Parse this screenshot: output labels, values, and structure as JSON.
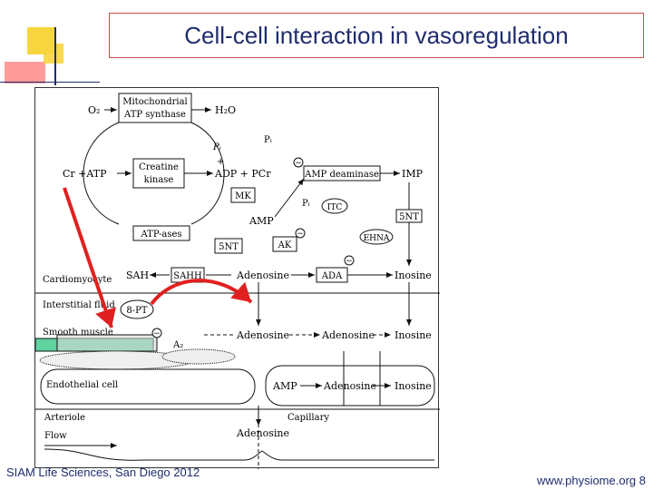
{
  "slide": {
    "title": "Cell-cell interaction in vasoregulation",
    "footer_left": "SIAM Life Sciences, San Diego 2012",
    "footer_right": "www.physiome.org 8"
  },
  "diagram": {
    "o2": "O₂",
    "h2o": "H₂O",
    "mito_line1": "Mitochondrial",
    "mito_line2": "ATP synthase",
    "pi_a": "Pᵢ",
    "pi_b": "Pᵢ",
    "plus": "+",
    "cr_atp": "Cr +ATP",
    "ck_line1": "Creatine",
    "ck_line2": "kinase",
    "adp_pcr": "ADP + PCr",
    "amp_deaminase": "AMP deaminase",
    "imp": "IMP",
    "mk": "MK",
    "amp1": "AMP",
    "pi_c": "Pᵢ",
    "itc": "ITC",
    "five_nt_right": "5NT",
    "atp_ases": "ATP-ases",
    "five_nt_left": "5NT",
    "ak": "AK",
    "ehna": "EHNA",
    "cardiomyocyte": "Cardiomyocyte",
    "sah": "SAH",
    "sahh": "SAHH",
    "adenosine1": "Adenosine",
    "ada": "ADA",
    "inosine1": "Inosine",
    "interstitial": "Interstitial fluid",
    "8pt": "8-PT",
    "smooth_muscle": "Smooth muscle",
    "a2": "A₂",
    "adenosine2": "Adenosine",
    "adenosine3": "Adenosine",
    "inosine2": "Inosine",
    "endothelial": "Endothelial cell",
    "amp2": "AMP",
    "adenosine4": "Adenosine",
    "inosine3": "Inosine",
    "arteriole": "Arteriole",
    "capillary": "Capillary",
    "flow": "Flow",
    "adenosine5": "Adenosine",
    "minus": "−"
  },
  "colors": {
    "title": "#1f2d6e",
    "arrow_red": "#e02020",
    "smooth_muscle_bar": "#5fd3a0",
    "title_border": "#c0504d"
  }
}
